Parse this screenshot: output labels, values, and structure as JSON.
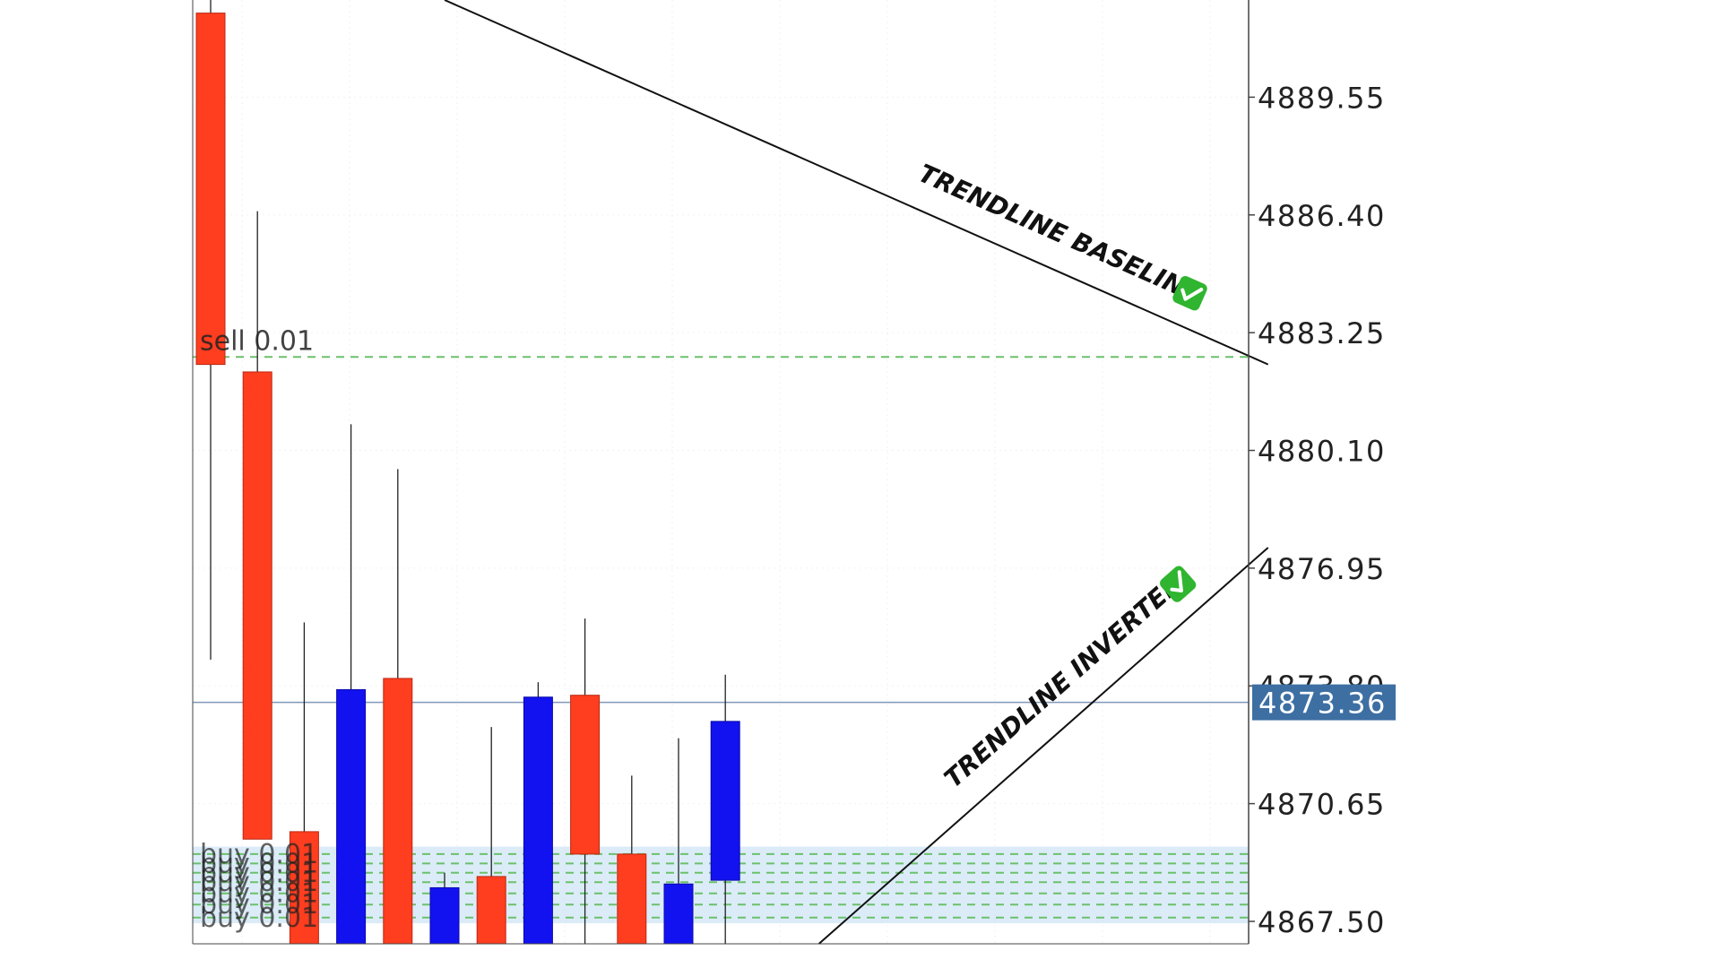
{
  "chart_data": {
    "type": "candlestick",
    "price_axis": {
      "ticks": [
        "4889.55",
        "4886.40",
        "4883.25",
        "4880.10",
        "4876.95",
        "4873.80",
        "4870.65",
        "4867.50"
      ],
      "tick_values": [
        4889.55,
        4886.4,
        4883.25,
        4880.1,
        4876.95,
        4873.8,
        4870.65,
        4867.5
      ],
      "ylim": [
        4866.9,
        4892.15
      ]
    },
    "current_price": {
      "value": 4873.36,
      "label": "4873.36",
      "color": "#3d6fa3"
    },
    "colors": {
      "bull": "#1212f0",
      "bear": "#ff3d1f",
      "wick": "#222222",
      "zone": "#cfe6f5",
      "order_line": "#6cc06c",
      "price_line": "#7f99b8"
    },
    "candles": [
      {
        "open": 4891.8,
        "close": 4882.4,
        "high": 4892.15,
        "low": 4874.5,
        "dir": "bear"
      },
      {
        "open": 4882.2,
        "close": 4869.7,
        "high": 4886.5,
        "low": 4869.7,
        "dir": "bear"
      },
      {
        "open": 4869.9,
        "close": 4866.9,
        "high": 4875.5,
        "low": 4866.9,
        "dir": "bear"
      },
      {
        "open": 4866.9,
        "close": 4873.7,
        "high": 4880.8,
        "low": 4866.9,
        "dir": "bull"
      },
      {
        "open": 4874.0,
        "close": 4866.9,
        "high": 4879.6,
        "low": 4866.9,
        "dir": "bear"
      },
      {
        "open": 4866.9,
        "close": 4868.4,
        "high": 4868.8,
        "low": 4866.9,
        "dir": "bull"
      },
      {
        "open": 4868.7,
        "close": 4866.9,
        "high": 4872.7,
        "low": 4866.9,
        "dir": "bear"
      },
      {
        "open": 4866.9,
        "close": 4873.5,
        "high": 4873.9,
        "low": 4866.9,
        "dir": "bull"
      },
      {
        "open": 4873.55,
        "close": 4869.3,
        "high": 4875.6,
        "low": 4866.9,
        "dir": "bear"
      },
      {
        "open": 4869.3,
        "close": 4866.9,
        "high": 4871.4,
        "low": 4866.9,
        "dir": "bear"
      },
      {
        "open": 4866.9,
        "close": 4868.5,
        "high": 4872.4,
        "low": 4866.9,
        "dir": "bull"
      },
      {
        "open": 4868.6,
        "close": 4872.85,
        "high": 4874.1,
        "low": 4866.9,
        "dir": "bull"
      }
    ],
    "orders": [
      {
        "label": "sell 0.01",
        "price": 4882.6
      },
      {
        "label": "buy 0.01",
        "price": 4869.3
      },
      {
        "label": "buy 0.01",
        "price": 4869.05
      },
      {
        "label": "buy 0.01",
        "price": 4868.8
      },
      {
        "label": "buy 0.01",
        "price": 4868.55
      },
      {
        "label": "buy 0.01",
        "price": 4868.25
      },
      {
        "label": "buy 0.01",
        "price": 4867.95
      },
      {
        "label": "buy 0.01",
        "price": 4867.6
      }
    ],
    "zone": {
      "top": 4869.5,
      "bottom": 4867.45
    },
    "trendlines": [
      {
        "label": "TRENDLINE BASELINE",
        "from": {
          "candle": 5.0,
          "price": 4892.15
        },
        "to": {
          "candle": 22.6,
          "price": 4882.4
        }
      },
      {
        "label": "TRENDLINE INVERTED",
        "from": {
          "candle": 13.0,
          "price": 4866.9
        },
        "to": {
          "candle": 22.6,
          "price": 4877.5
        }
      }
    ],
    "badge_icon": "check-mark-icon",
    "grid": true
  }
}
